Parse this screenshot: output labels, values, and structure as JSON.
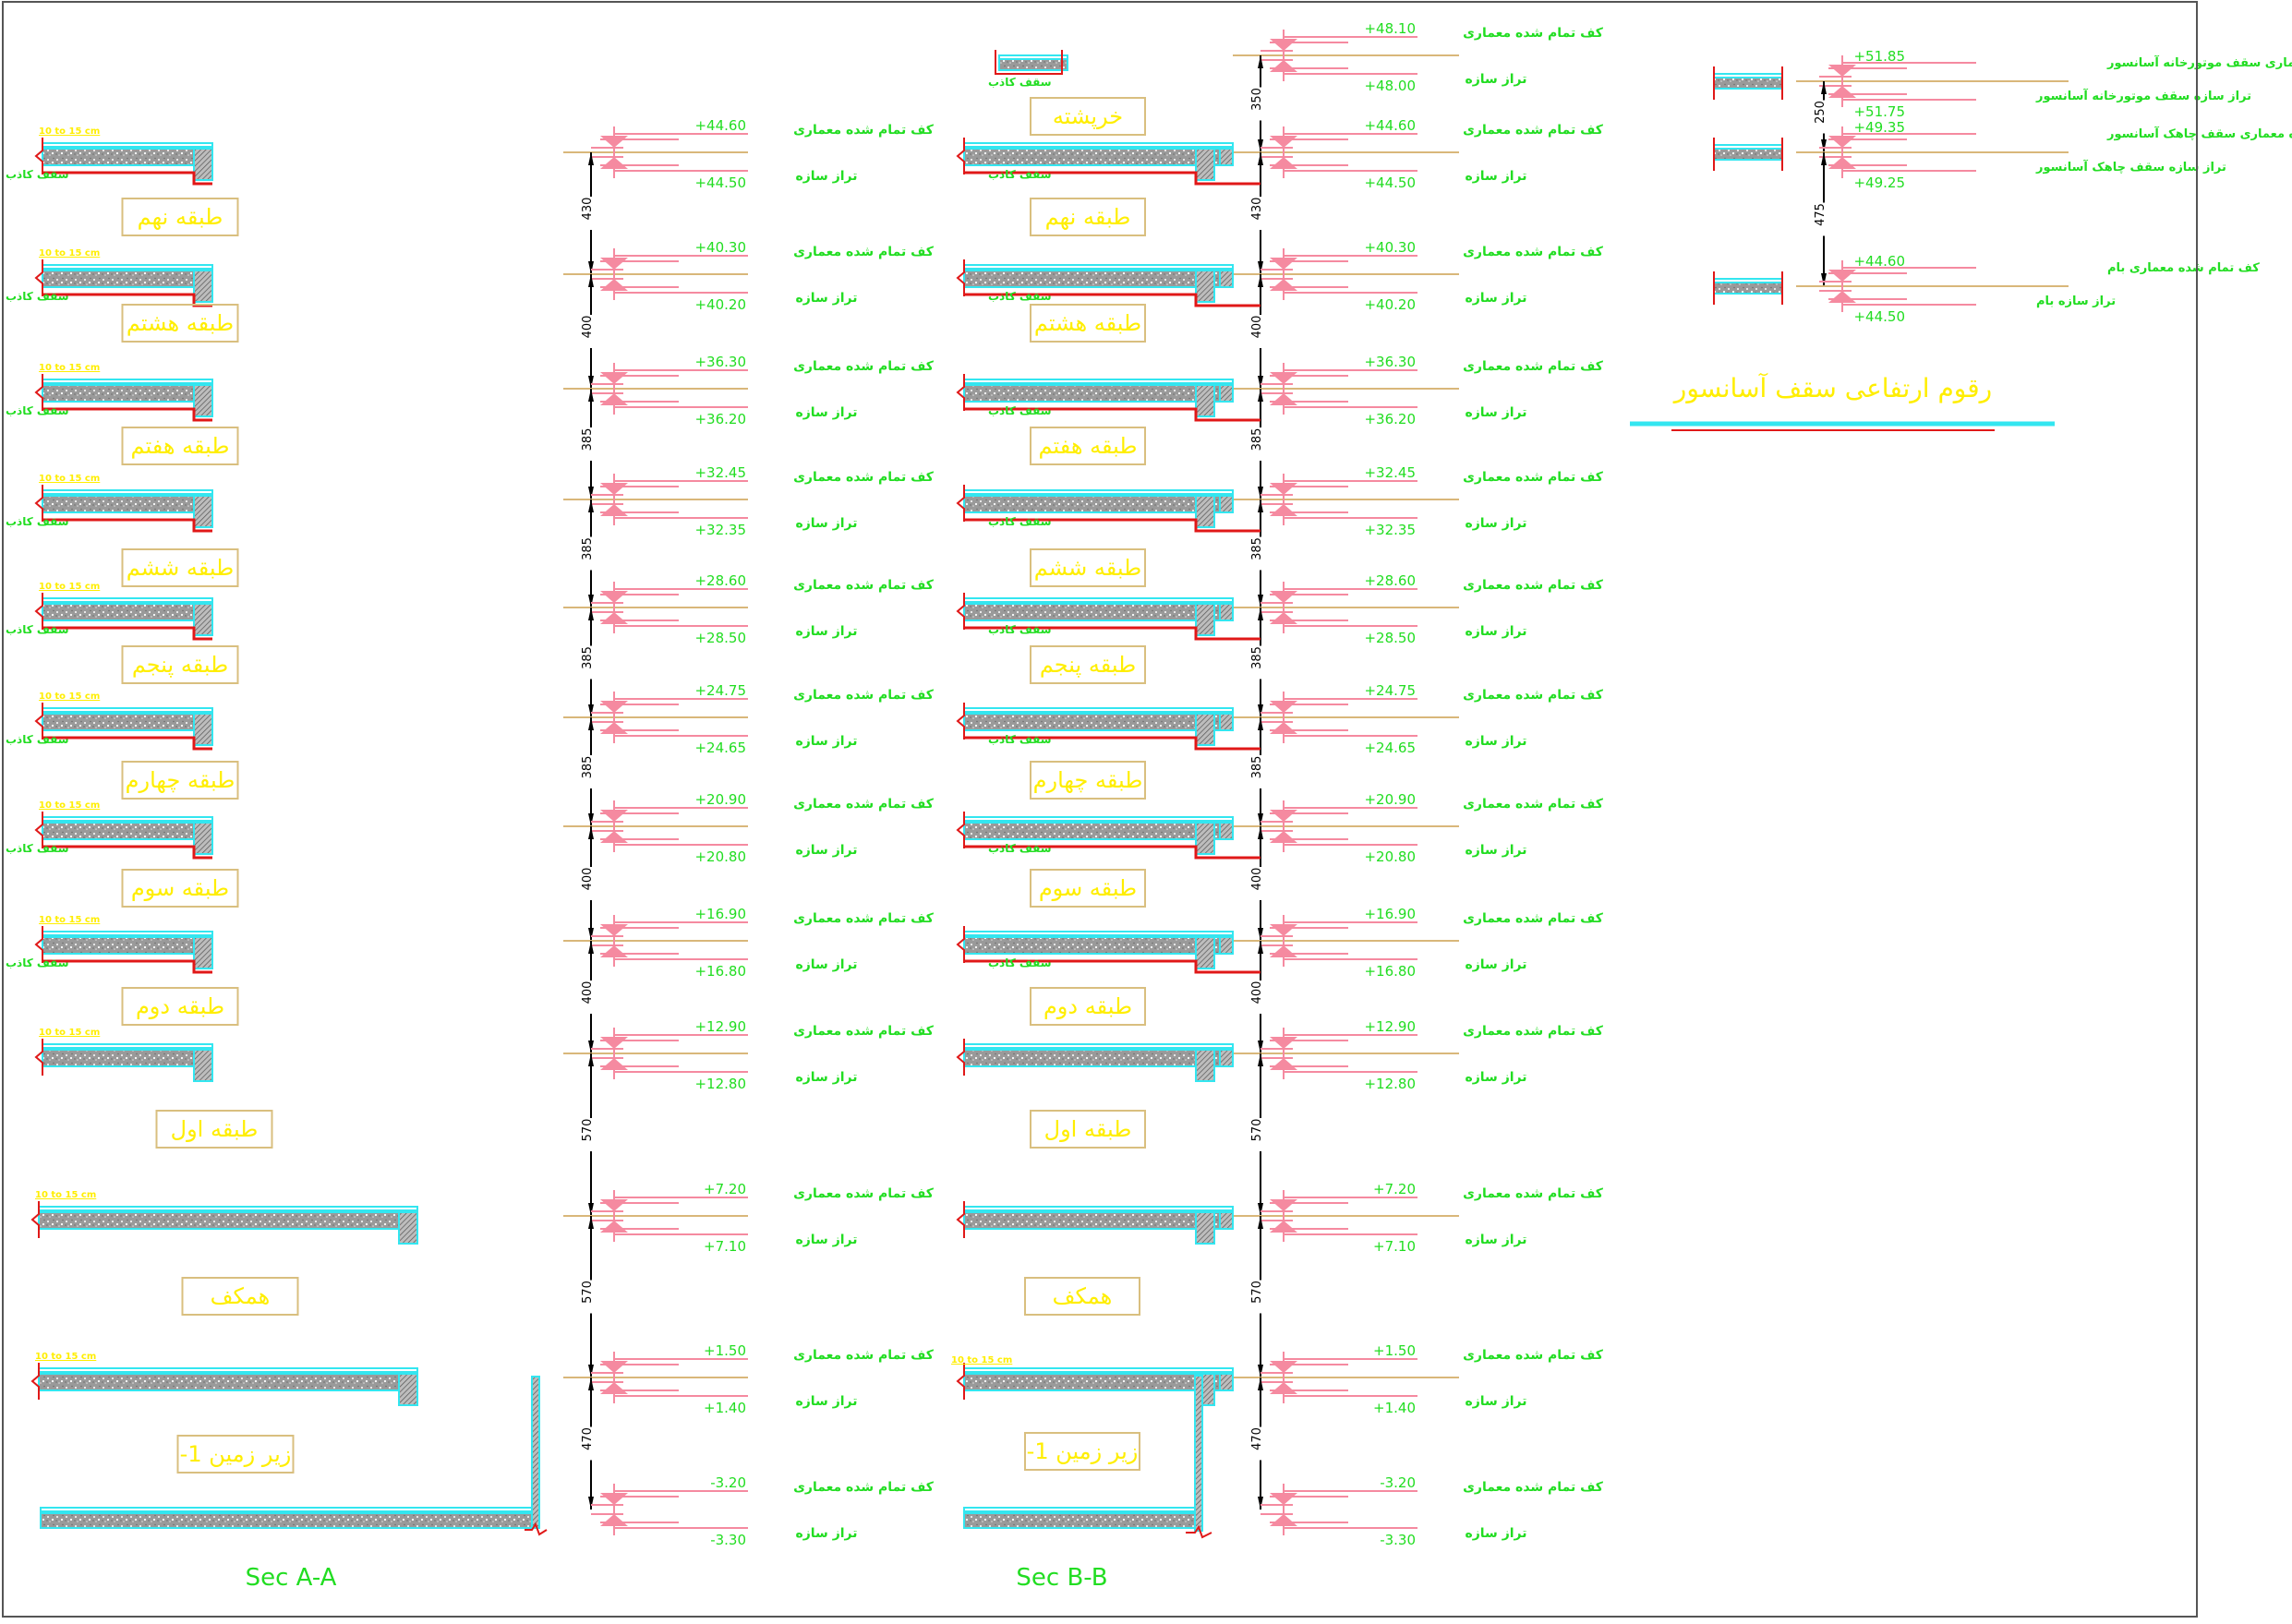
{
  "drawing": {
    "sections": [
      {
        "id": "A",
        "title": "Sec A-A"
      },
      {
        "id": "B",
        "title": "Sec B-B"
      }
    ],
    "labels": {
      "finished_floor": "کف تمام شده معماری",
      "structure_level": "تراز سازه",
      "false_ceiling": "سقف کاذب",
      "slab_note": "10 to 15 cm"
    },
    "floors": [
      {
        "name": "خرپشته",
        "arch": "+48.10",
        "struct": "+48.00",
        "dim_below": "350",
        "only_in": "B"
      },
      {
        "name": "طبقه نهم",
        "arch": "+44.60",
        "struct": "+44.50",
        "dim_below": "430"
      },
      {
        "name": "طبقه هشتم",
        "arch": "+40.30",
        "struct": "+40.20",
        "dim_below": "400"
      },
      {
        "name": "طبقه هفتم",
        "arch": "+36.30",
        "struct": "+36.20",
        "dim_below": "385"
      },
      {
        "name": "طبقه ششم",
        "arch": "+32.45",
        "struct": "+32.35",
        "dim_below": "385"
      },
      {
        "name": "طبقه پنجم",
        "arch": "+28.60",
        "struct": "+28.50",
        "dim_below": "385"
      },
      {
        "name": "طبقه چهارم",
        "arch": "+24.75",
        "struct": "+24.65",
        "dim_below": "385"
      },
      {
        "name": "طبقه سوم",
        "arch": "+20.90",
        "struct": "+20.80",
        "dim_below": "400"
      },
      {
        "name": "طبقه دوم",
        "arch": "+16.90",
        "struct": "+16.80",
        "dim_below": "400"
      },
      {
        "name": "طبقه اول",
        "arch": "+12.90",
        "struct": "+12.80",
        "dim_below": "570"
      },
      {
        "name": "همکف",
        "arch": "+7.20",
        "struct": "+7.10",
        "dim_below": "570"
      },
      {
        "name": "زیر زمین 1-",
        "arch": "+1.50",
        "struct": "+1.40",
        "dim_below": "470"
      },
      {
        "name": "",
        "arch": "-3.20",
        "struct": "-3.30",
        "dim_below": ""
      }
    ],
    "elevator": {
      "title": "رقوم ارتفاعی سقف آسانسور",
      "levels": [
        {
          "arch": "+51.85",
          "arch_label": "کف تمام شده معماری سقف موتورخانه آسانسور",
          "struct": "+51.75",
          "struct_label": "تراز سازه سقف موتورخانه آسانسور",
          "dim_below": "250"
        },
        {
          "arch": "+49.35",
          "arch_label": "کف تمام شده معماری سقف چاهک آسانسور",
          "struct": "+49.25",
          "struct_label": "تراز سازه سقف چاهک آسانسور",
          "dim_below": "475"
        },
        {
          "arch": "+44.60",
          "arch_label": "کف تمام شده معماری بام",
          "struct": "+44.50",
          "struct_label": "تراز سازه  بام",
          "dim_below": ""
        }
      ]
    },
    "colors": {
      "slab_outline": "#33e6f0",
      "slab_fill": "#8a8a8a",
      "false_ceiling": "#e01818",
      "level_line": "#d9b77a",
      "level_marker": "#f58aa0",
      "text_green": "#22dd22",
      "text_yellow": "#ffee00",
      "label_box": "#d9bf7f",
      "dim_line": "#000000"
    }
  }
}
